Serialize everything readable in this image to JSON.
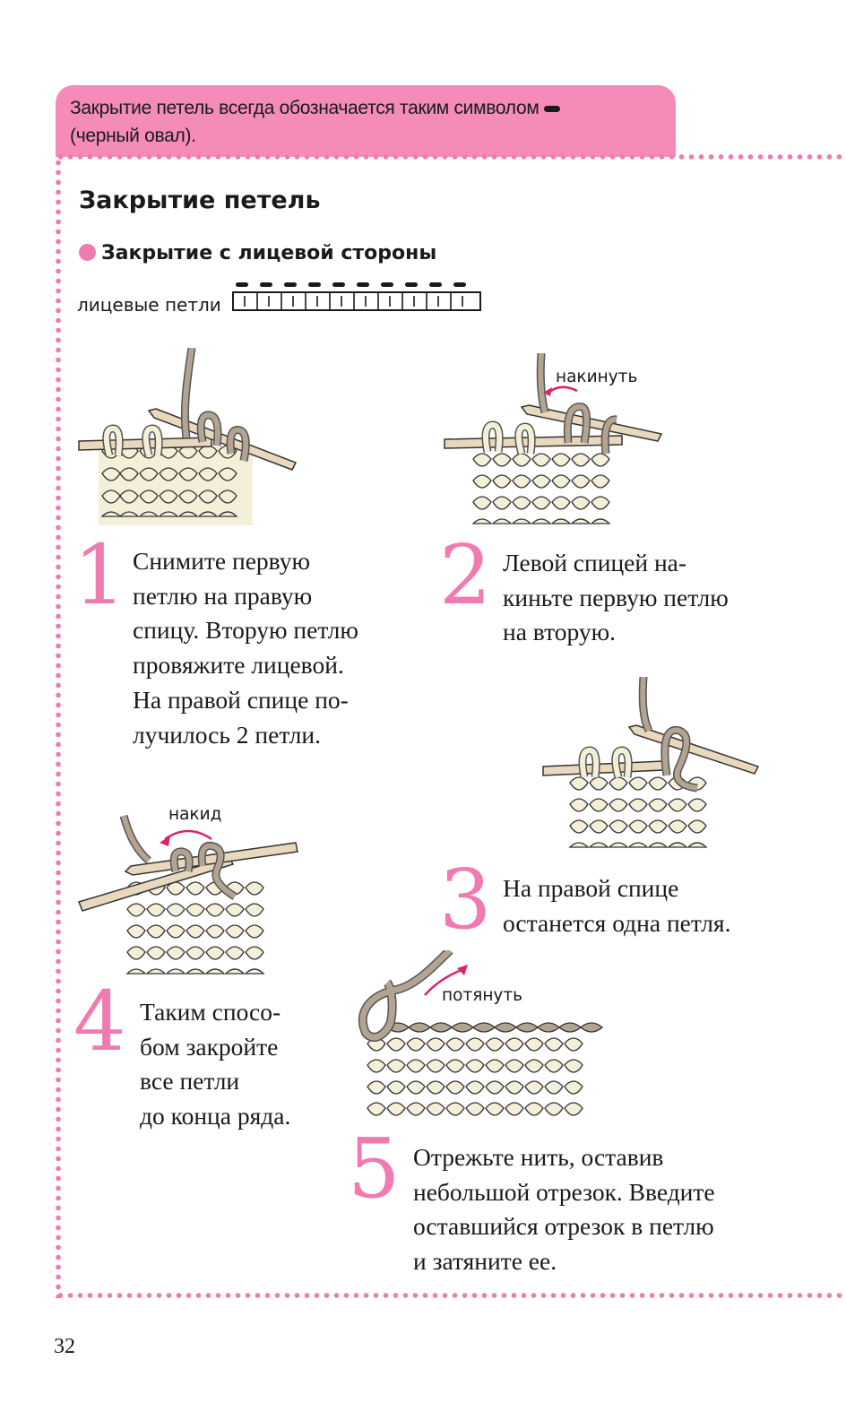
{
  "banner": {
    "line1": "Закрытие петель всегда обозначается таким символом",
    "line2": "(черный овал)."
  },
  "section": {
    "title": "Закрытие петель",
    "subtitle": "Закрытие с лицевой стороны",
    "chart_label": "лицевые петли"
  },
  "steps": [
    {
      "number": "1",
      "text": "Снимите первую\nпетлю на правую\nспицу. Вторую петлю\nпровяжите лицевой.\nНа правой спице по-\nлучилось 2 петли."
    },
    {
      "number": "2",
      "text": "Левой спицей на-\nкиньте первую петлю\nна вторую."
    },
    {
      "number": "3",
      "text": "На правой спице\nостанется одна петля."
    },
    {
      "number": "4",
      "text": "Таким спосо-\nбом закройте\nвсе петли\nдо конца ряда."
    },
    {
      "number": "5",
      "text": "Отрежьте нить, оставив\nнебольшой отрезок. Введите\nоставшийся отрезок в петлю\nи затяните ее."
    }
  ],
  "labels": {
    "step2_arrow": "накинуть",
    "step4_arrow": "накид",
    "step5_arrow": "потянуть"
  },
  "colors": {
    "accent_pink": "#f07bb0",
    "banner_pink": "#f48bb8",
    "yarn_cream": "#f4efd9",
    "yarn_taupe": "#b3a391",
    "needle_wood": "#e8d8bd"
  },
  "page_number": "32"
}
